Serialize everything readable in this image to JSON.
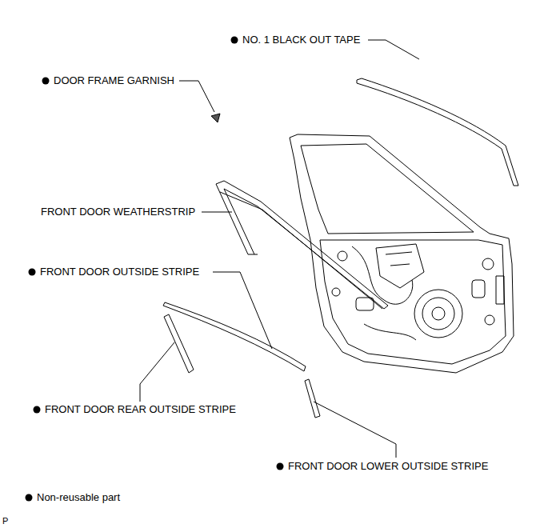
{
  "diagram": {
    "labels": [
      "NO. 1 BLACK OUT TAPE",
      "DOOR FRAME GARNISH",
      "FRONT DOOR WEATHERSTRIP",
      "FRONT DOOR OUTSIDE STRIPE",
      "FRONT DOOR REAR OUTSIDE STRIPE",
      "FRONT DOOR LOWER OUTSIDE STRIPE",
      "P"
    ],
    "legend": [
      {
        "text": "Non-reusable part"
      }
    ]
  }
}
